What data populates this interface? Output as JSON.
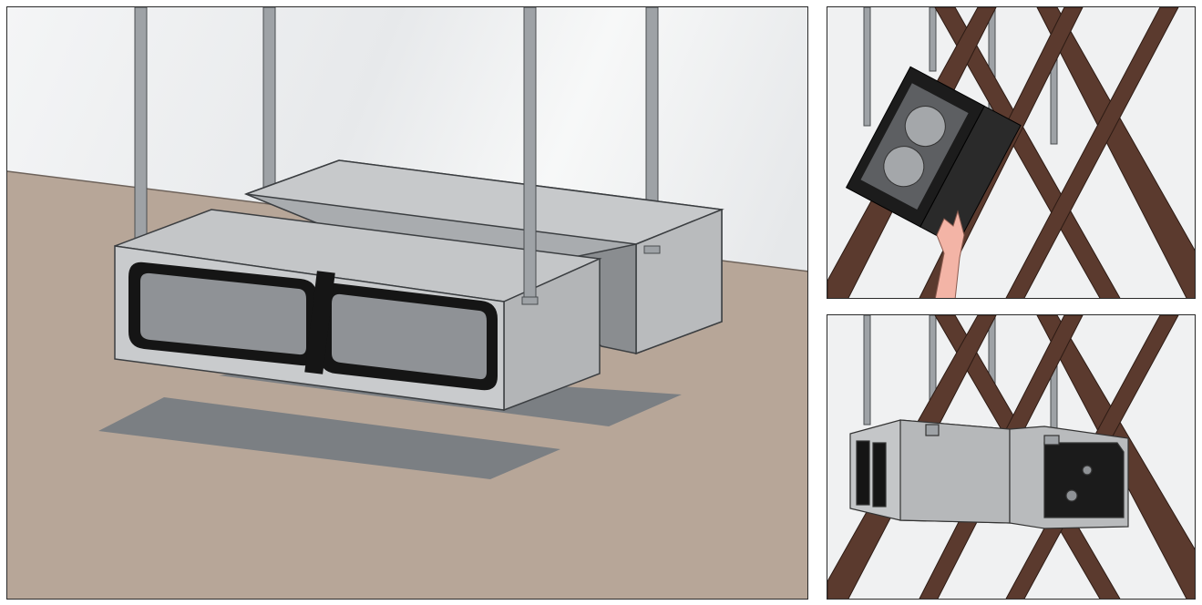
{
  "figure": {
    "panels": [
      {
        "id": "main",
        "description_visible": false
      },
      {
        "id": "install-step-tilt",
        "description_visible": false
      },
      {
        "id": "install-step-hung",
        "description_visible": false
      }
    ],
    "colors": {
      "background": "#ffffff",
      "wall": "#eef0f1",
      "floor": "#b7a698",
      "shadow": "#7b7f83",
      "box-light": "#c9cbcd",
      "box-mid": "#a9acaf",
      "box-dark": "#8a8d90",
      "rod": "#9ea2a6",
      "gasket": "#151515",
      "truss": "#5b3a2e",
      "skin": "#f3b4a6"
    }
  }
}
